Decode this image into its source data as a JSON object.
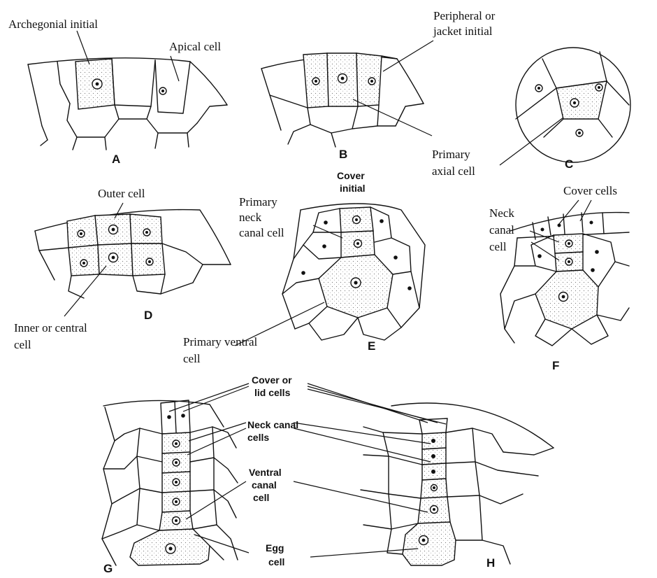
{
  "panels": {
    "A": {
      "letter": "A",
      "labels": {
        "archegonial_initial": "Archegonial initial",
        "apical_cell": "Apical cell"
      }
    },
    "B": {
      "letter": "B",
      "labels": {
        "peripheral_l1": "Peripheral or",
        "peripheral_l2": "jacket initial",
        "primary_l1": "Primary",
        "primary_l2": "axial cell"
      }
    },
    "C": {
      "letter": "C"
    },
    "D": {
      "letter": "D",
      "labels": {
        "outer_cell": "Outer cell",
        "inner_l1": "Inner or central",
        "inner_l2": "cell"
      }
    },
    "E": {
      "letter": "E",
      "labels": {
        "cover_l1": "Cover",
        "cover_l2": "initial",
        "pnc_l1": "Primary",
        "pnc_l2": "neck",
        "pnc_l3": "canal cell",
        "pv_l1": "Primary ventral",
        "pv_l2": "cell"
      }
    },
    "F": {
      "letter": "F",
      "labels": {
        "cover_cells": "Cover cells",
        "neck_l1": "Neck",
        "neck_l2": "canal",
        "neck_l3": "cell"
      }
    },
    "G": {
      "letter": "G",
      "labels": {
        "lid_l1": "Cover or",
        "lid_l2": "lid cells",
        "nc_l1": "Neck canal",
        "nc_l2": "cells",
        "vc_l1": "Ventral",
        "vc_l2": "canal",
        "vc_l3": "cell",
        "egg_l1": "Egg",
        "egg_l2": "cell"
      }
    },
    "H": {
      "letter": "H"
    }
  }
}
